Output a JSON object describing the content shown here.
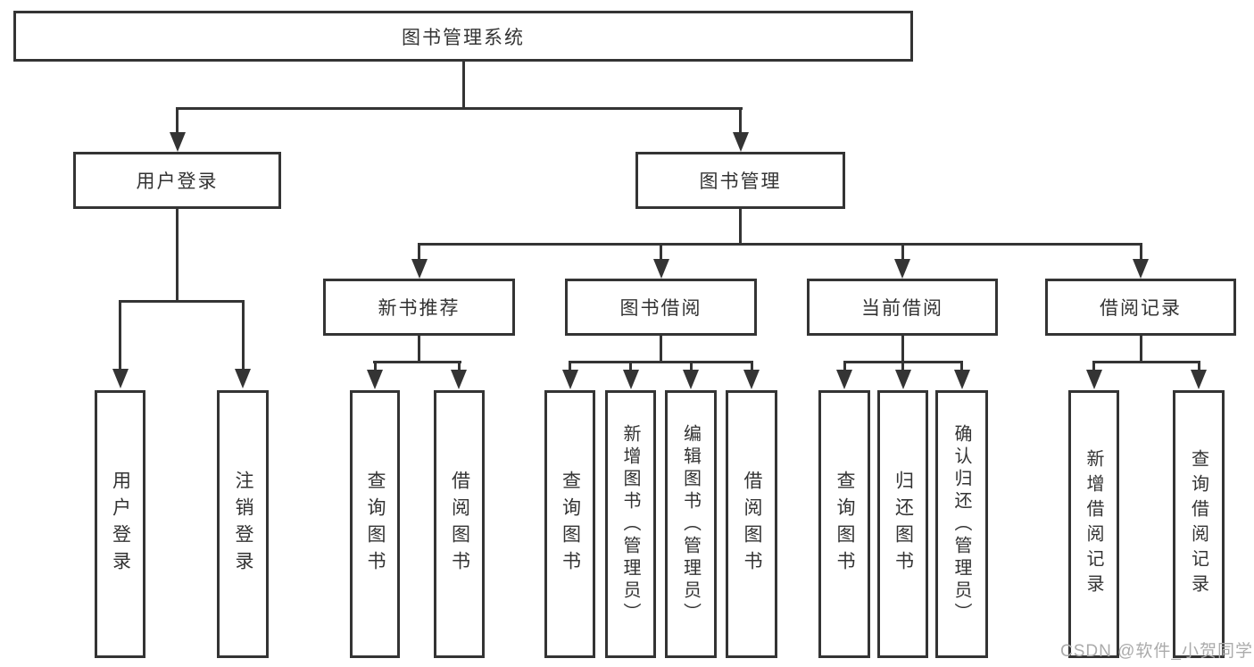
{
  "tree": {
    "root": "图书管理系统",
    "user_login": {
      "label": "用户登录",
      "children": [
        "用户登录",
        "注销登录"
      ]
    },
    "book_mgmt": {
      "label": "图书管理",
      "children": [
        {
          "label": "新书推荐",
          "children": [
            "查询图书",
            "借阅图书"
          ]
        },
        {
          "label": "图书借阅",
          "children": [
            "查询图书",
            "新增图书（管理员）",
            "编辑图书（管理员）",
            "借阅图书"
          ]
        },
        {
          "label": "当前借阅",
          "children": [
            "查询图书",
            "归还图书",
            "确认归还（管理员）"
          ]
        },
        {
          "label": "借阅记录",
          "children": [
            "新增借阅记录",
            "查询借阅记录"
          ]
        }
      ]
    },
    "watermark": "CSDN @软件_小贺同学"
  },
  "theme": {
    "line_color": "#343434",
    "text_color": "#333333",
    "watermark_color": "#ababab",
    "background": "#ffffff"
  }
}
